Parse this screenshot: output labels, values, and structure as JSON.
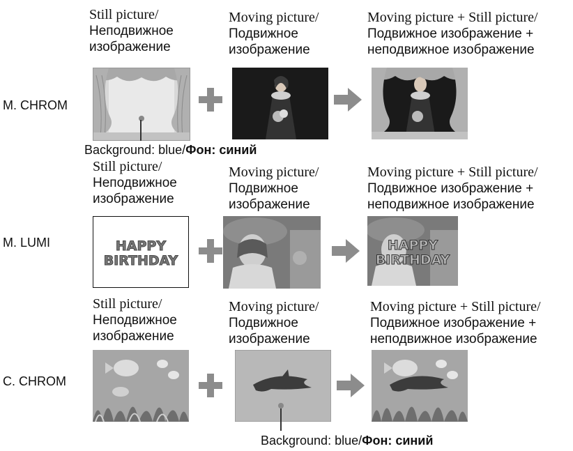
{
  "labels": {
    "still": [
      "Still picture/",
      "Неподвижное",
      "изображение"
    ],
    "moving": [
      "Moving picture/",
      "Подвижное",
      "изображение"
    ],
    "combined": [
      "Moving picture + Still picture/",
      "Подвижное изображение +",
      "неподвижное изображение"
    ]
  },
  "rows": [
    {
      "mode": "M. CHROM"
    },
    {
      "mode": "M. LUMI"
    },
    {
      "mode": "C. CHROM"
    }
  ],
  "background_note": {
    "prefix": "Background: blue/",
    "bold": "Фон: синий"
  },
  "happy_birthday": {
    "line1": "HAPPY",
    "line2": "BIRTHDAY"
  }
}
